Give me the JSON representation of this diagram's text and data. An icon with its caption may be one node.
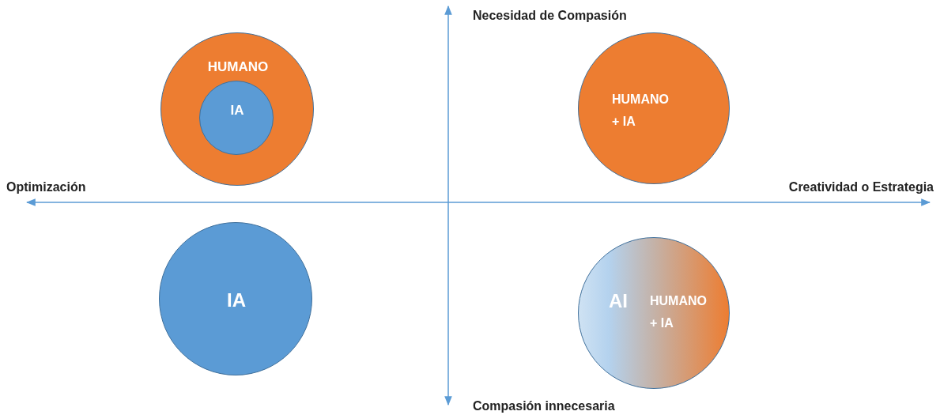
{
  "diagram": {
    "nodes": [
      {
        "text": [
          "HUMANO"
        ]
      },
      {
        "text": [
          "IA"
        ],
        "in": 0
      },
      {
        "text": [
          "HUMANO + IA"
        ]
      },
      {
        "text": [
          "IA"
        ]
      },
      {
        "text": [
          "AI",
          "HUMANO + IA"
        ]
      }
    ],
    "labels": [
      "Necesidad de Compasión",
      "Optimización",
      "Creatividad o Estrategia",
      "Compasión innecesaria"
    ]
  }
}
